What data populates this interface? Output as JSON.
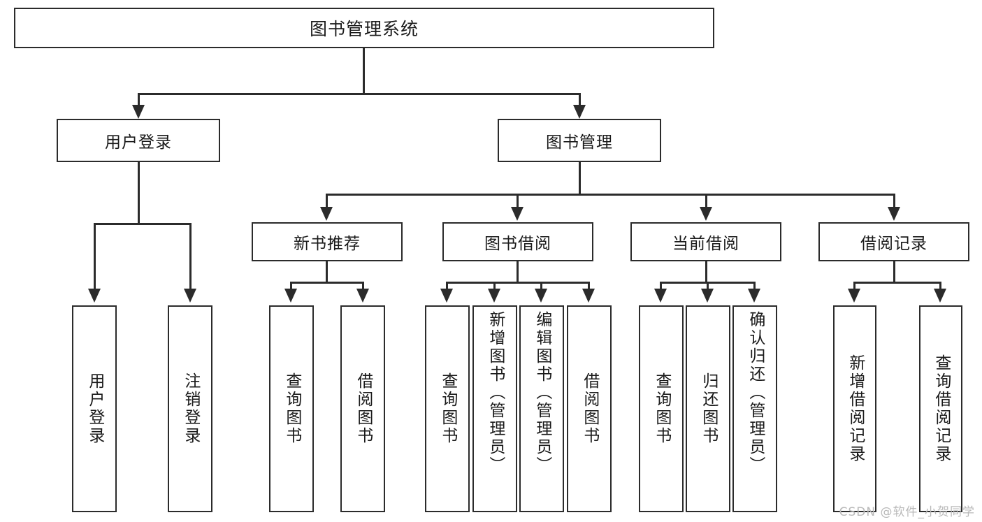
{
  "diagram": {
    "title": "图书管理系统",
    "type": "tree",
    "root": {
      "label": "图书管理系统"
    },
    "level1": [
      {
        "label": "用户登录"
      },
      {
        "label": "图书管理"
      }
    ],
    "level2": [
      {
        "label": "新书推荐"
      },
      {
        "label": "图书借阅"
      },
      {
        "label": "当前借阅"
      },
      {
        "label": "借阅记录"
      }
    ],
    "leaves": {
      "user_login": [
        {
          "label": "用户登录"
        },
        {
          "label": "注销登录"
        }
      ],
      "new_book_recommend": [
        {
          "label": "查询图书"
        },
        {
          "label": "借阅图书"
        }
      ],
      "book_borrow": [
        {
          "label": "查询图书"
        },
        {
          "label": "新增图书（管理员）"
        },
        {
          "label": "编辑图书（管理员）"
        },
        {
          "label": "借阅图书"
        }
      ],
      "current_borrow": [
        {
          "label": "查询图书"
        },
        {
          "label": "归还图书"
        },
        {
          "label": "确认归还（管理员）"
        }
      ],
      "borrow_record": [
        {
          "label": "新增借阅记录"
        },
        {
          "label": "查询借阅记录"
        }
      ]
    }
  },
  "watermark": {
    "text": "CSDN @软件_小贺同学"
  },
  "colors": {
    "stroke": "#2b2b2b",
    "background": "#ffffff",
    "text": "#1a1a1a",
    "watermark": "#b9b9b9"
  }
}
